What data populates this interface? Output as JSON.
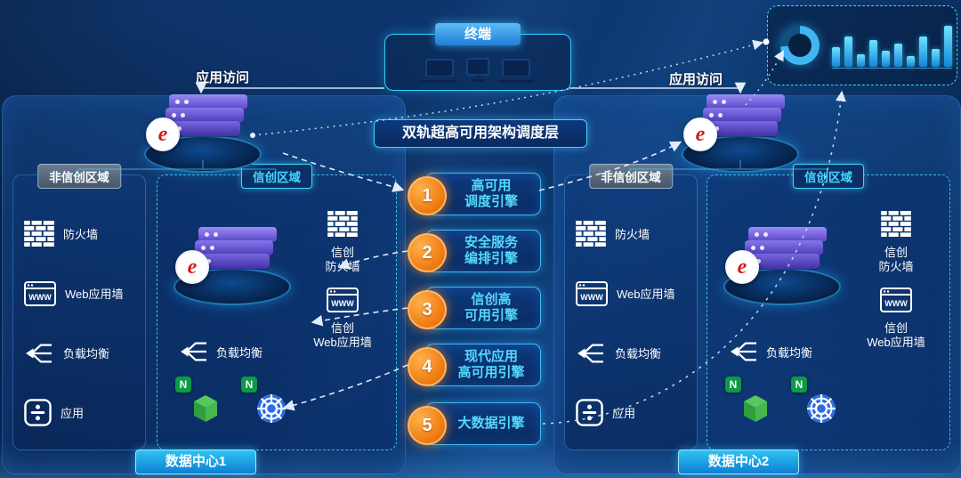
{
  "colors": {
    "accent": "#35e0ff",
    "engine_text": "#54d9ff",
    "number_badge": "#f07c12",
    "logo_red": "#d61a1a",
    "nginx_green": "#0c9a45",
    "k8s_blue": "#2e6de6"
  },
  "terminal": {
    "label": "终端"
  },
  "access": {
    "left": "应用访问",
    "right": "应用访问"
  },
  "scheduler_title": "双轨超高可用架构调度层",
  "server_logo": "e",
  "nginx_letter": "N",
  "dashboard": {
    "bars": [
      22,
      34,
      14,
      30,
      18,
      26,
      12,
      34,
      20,
      46
    ]
  },
  "engines": [
    {
      "num": "1",
      "label": "高可用\n调度引擎"
    },
    {
      "num": "2",
      "label": "安全服务\n编排引擎"
    },
    {
      "num": "3",
      "label": "信创高\n可用引擎"
    },
    {
      "num": "4",
      "label": "现代应用\n高可用引擎"
    },
    {
      "num": "5",
      "label": "大数据引擎"
    }
  ],
  "dc1": {
    "non_xc": {
      "title": "非信创区域",
      "items": [
        "防火墙",
        "Web应用墙",
        "负载均衡",
        "应用"
      ]
    },
    "xc": {
      "title": "信创区域",
      "firewall": "信创\n防火墙",
      "waf": "信创\nWeb应用墙",
      "lb": "负载均衡"
    },
    "footer": "数据中心1"
  },
  "dc2": {
    "non_xc": {
      "title": "非信创区域",
      "items": [
        "防火墙",
        "Web应用墙",
        "负载均衡",
        "应用"
      ]
    },
    "xc": {
      "title": "信创区域",
      "firewall": "信创\n防火墙",
      "waf": "信创\nWeb应用墙",
      "lb": "负载均衡"
    },
    "footer": "数据中心2"
  }
}
